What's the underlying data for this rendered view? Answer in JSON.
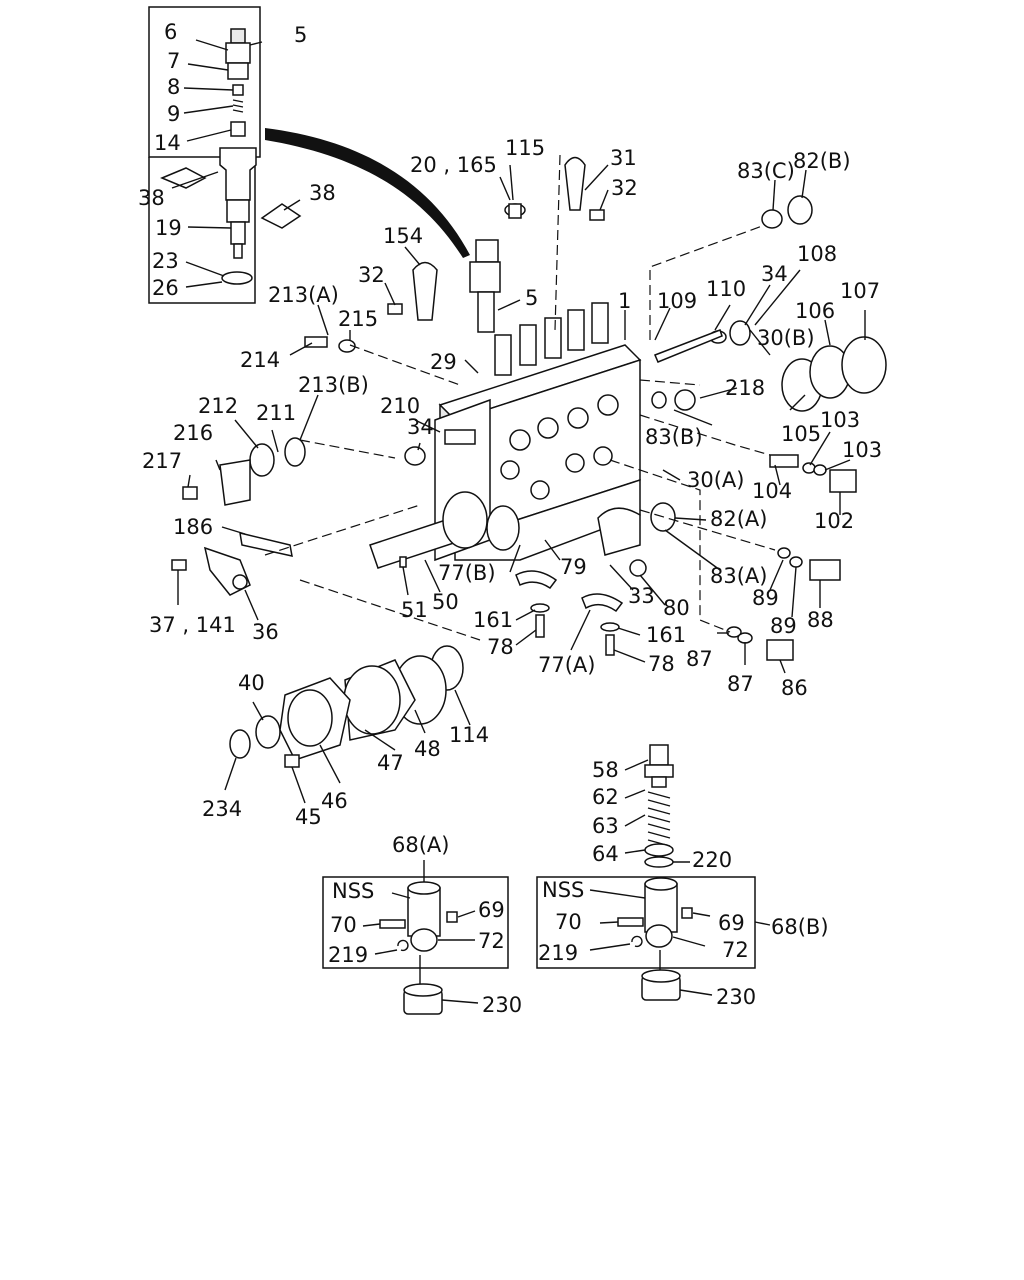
{
  "labels": [
    {
      "id": "l6",
      "text": "6"
    },
    {
      "id": "l7",
      "text": "7"
    },
    {
      "id": "l8",
      "text": "8"
    },
    {
      "id": "l9",
      "text": "9"
    },
    {
      "id": "l14",
      "text": "14"
    },
    {
      "id": "l5a",
      "text": "5"
    },
    {
      "id": "l38a",
      "text": "38"
    },
    {
      "id": "l38b",
      "text": "38"
    },
    {
      "id": "l19",
      "text": "19"
    },
    {
      "id": "l23",
      "text": "23"
    },
    {
      "id": "l26",
      "text": "26"
    },
    {
      "id": "l20165",
      "text": "20 , 165"
    },
    {
      "id": "l115",
      "text": "115"
    },
    {
      "id": "l31",
      "text": "31"
    },
    {
      "id": "l32a",
      "text": "32"
    },
    {
      "id": "l83c",
      "text": "83(C)"
    },
    {
      "id": "l82b",
      "text": "82(B)"
    },
    {
      "id": "l154",
      "text": "154"
    },
    {
      "id": "l32b",
      "text": "32"
    },
    {
      "id": "l5b",
      "text": "5"
    },
    {
      "id": "l1",
      "text": "1"
    },
    {
      "id": "l109",
      "text": "109"
    },
    {
      "id": "l110",
      "text": "110"
    },
    {
      "id": "l34a",
      "text": "34"
    },
    {
      "id": "l108",
      "text": "108"
    },
    {
      "id": "l106",
      "text": "106"
    },
    {
      "id": "l107",
      "text": "107"
    },
    {
      "id": "l213a",
      "text": "213(A)"
    },
    {
      "id": "l215",
      "text": "215"
    },
    {
      "id": "l214",
      "text": "214"
    },
    {
      "id": "l29",
      "text": "29"
    },
    {
      "id": "l30b",
      "text": "30(B)"
    },
    {
      "id": "l218",
      "text": "218"
    },
    {
      "id": "l212",
      "text": "212"
    },
    {
      "id": "l211",
      "text": "211"
    },
    {
      "id": "l213b",
      "text": "213(B)"
    },
    {
      "id": "l210",
      "text": "210"
    },
    {
      "id": "l34b",
      "text": "34"
    },
    {
      "id": "l83b",
      "text": "83(B)"
    },
    {
      "id": "l105",
      "text": "105"
    },
    {
      "id": "l103a",
      "text": "103"
    },
    {
      "id": "l103b",
      "text": "103"
    },
    {
      "id": "l216",
      "text": "216"
    },
    {
      "id": "l217",
      "text": "217"
    },
    {
      "id": "l30a",
      "text": "30(A)"
    },
    {
      "id": "l104",
      "text": "104"
    },
    {
      "id": "l102",
      "text": "102"
    },
    {
      "id": "l186",
      "text": "186"
    },
    {
      "id": "l82a",
      "text": "82(A)"
    },
    {
      "id": "l77b",
      "text": "77(B)"
    },
    {
      "id": "l79",
      "text": "79"
    },
    {
      "id": "l83a",
      "text": "83(A)"
    },
    {
      "id": "l89a",
      "text": "89"
    },
    {
      "id": "l88",
      "text": "88"
    },
    {
      "id": "l89b",
      "text": "89"
    },
    {
      "id": "l37141",
      "text": "37 , 141"
    },
    {
      "id": "l36",
      "text": "36"
    },
    {
      "id": "l51",
      "text": "51"
    },
    {
      "id": "l50",
      "text": "50"
    },
    {
      "id": "l33",
      "text": "33"
    },
    {
      "id": "l80",
      "text": "80"
    },
    {
      "id": "l161a",
      "text": "161"
    },
    {
      "id": "l78a",
      "text": "78"
    },
    {
      "id": "l161b",
      "text": "161"
    },
    {
      "id": "l77a",
      "text": "77(A)"
    },
    {
      "id": "l78b",
      "text": "78"
    },
    {
      "id": "l87a",
      "text": "87"
    },
    {
      "id": "l87b",
      "text": "87"
    },
    {
      "id": "l86",
      "text": "86"
    },
    {
      "id": "l40",
      "text": "40"
    },
    {
      "id": "l114",
      "text": "114"
    },
    {
      "id": "l47",
      "text": "47"
    },
    {
      "id": "l48",
      "text": "48"
    },
    {
      "id": "l46",
      "text": "46"
    },
    {
      "id": "l234",
      "text": "234"
    },
    {
      "id": "l45",
      "text": "45"
    },
    {
      "id": "l58",
      "text": "58"
    },
    {
      "id": "l62",
      "text": "62"
    },
    {
      "id": "l63",
      "text": "63"
    },
    {
      "id": "l64",
      "text": "64"
    },
    {
      "id": "l220",
      "text": "220"
    },
    {
      "id": "l68a",
      "text": "68(A)"
    },
    {
      "id": "lnss1",
      "text": "NSS"
    },
    {
      "id": "l69a",
      "text": "69"
    },
    {
      "id": "l70a",
      "text": "70"
    },
    {
      "id": "l72a",
      "text": "72"
    },
    {
      "id": "l219a",
      "text": "219"
    },
    {
      "id": "l230a",
      "text": "230"
    },
    {
      "id": "lnss2",
      "text": "NSS"
    },
    {
      "id": "l69b",
      "text": "69"
    },
    {
      "id": "l70b",
      "text": "70"
    },
    {
      "id": "l72b",
      "text": "72"
    },
    {
      "id": "l219b",
      "text": "219"
    },
    {
      "id": "l68b",
      "text": "68(B)"
    },
    {
      "id": "l230b",
      "text": "230"
    }
  ]
}
